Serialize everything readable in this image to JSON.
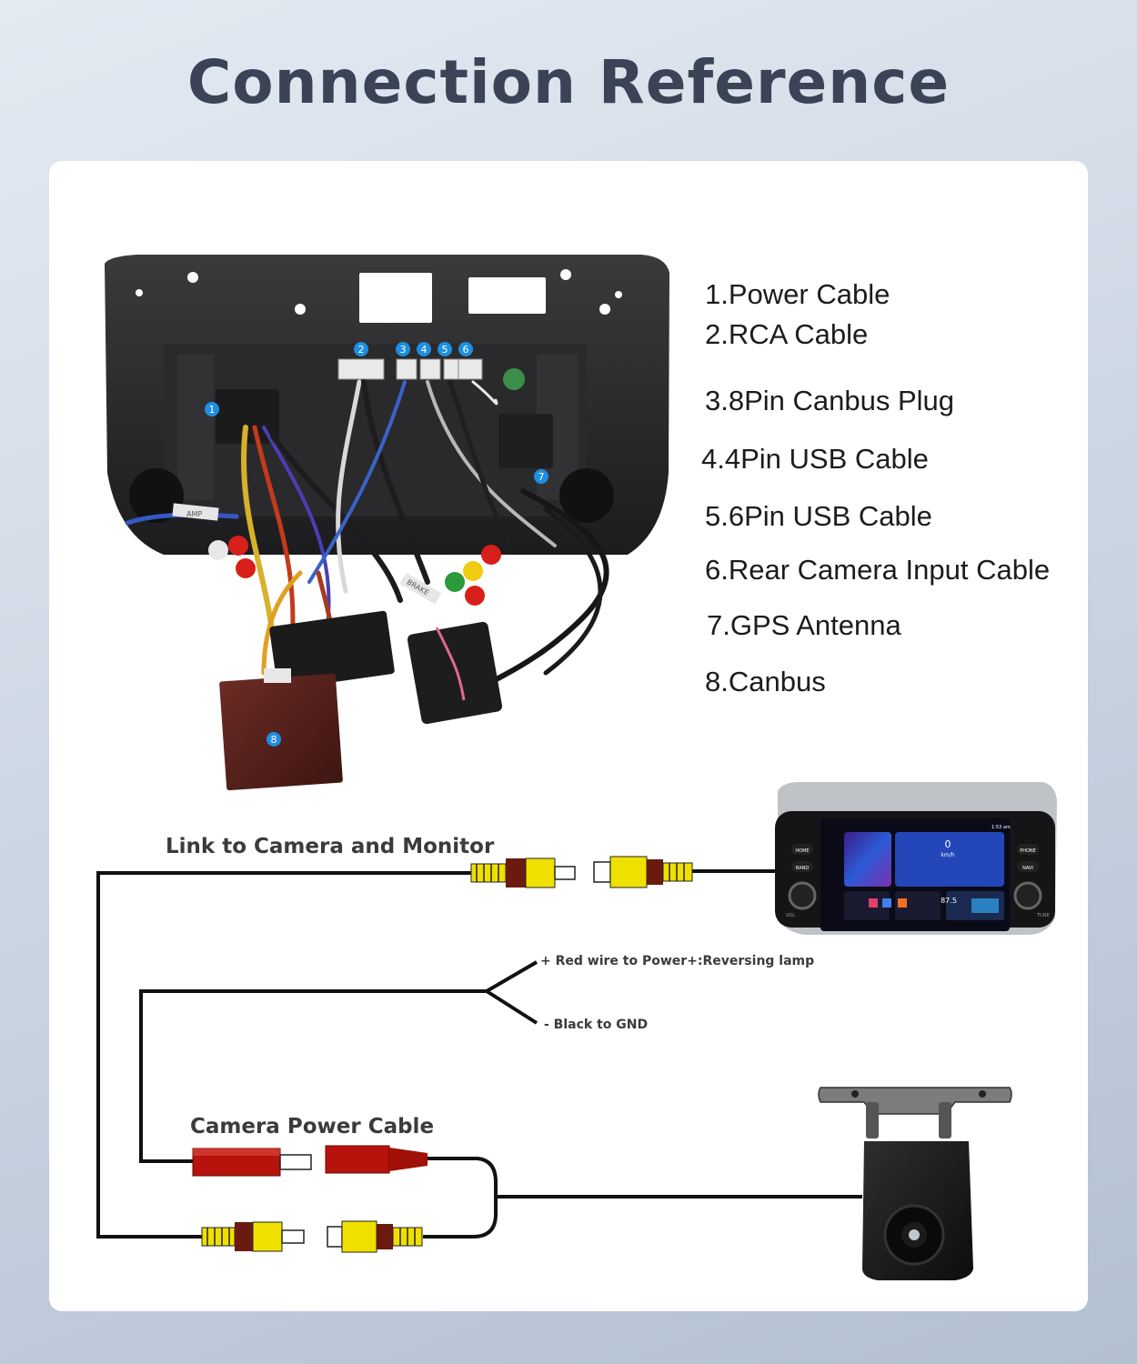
{
  "title": "Connection Reference",
  "legend": [
    "1.Power Cable",
    "2.RCA Cable",
    "3.8Pin Canbus Plug",
    "4.4Pin USB Cable",
    "5.6Pin USB Cable",
    "6.Rear Camera Input Cable",
    "7.GPS Antenna",
    "8.Canbus"
  ],
  "badges": [
    "1",
    "2",
    "3",
    "4",
    "5",
    "6",
    "7",
    "8"
  ],
  "harness_tags": {
    "amp": "AMP",
    "brake": "BRAKE"
  },
  "diagram": {
    "link_label": "Link to Camera and Monitor",
    "red_wire_label": "+ Red wire to Power+:Reversing lamp",
    "black_wire_label": "- Black to GND",
    "power_cable_label": "Camera Power Cable"
  },
  "monitor": {
    "left_buttons": [
      "HOME",
      "BAND"
    ],
    "right_buttons": [
      "PHONE",
      "NAVI"
    ],
    "speed_value": "0",
    "speed_unit": "km/h",
    "radio_freq": "87.5",
    "time": "1:53 am",
    "vol_label": "VOL",
    "tune_label": "TUNE"
  },
  "colors": {
    "title": "#3a4456",
    "badge": "#1e8ee0",
    "rca_yellow": "#f0e000",
    "rca_red": "#c8140e",
    "cable": "#111111"
  }
}
